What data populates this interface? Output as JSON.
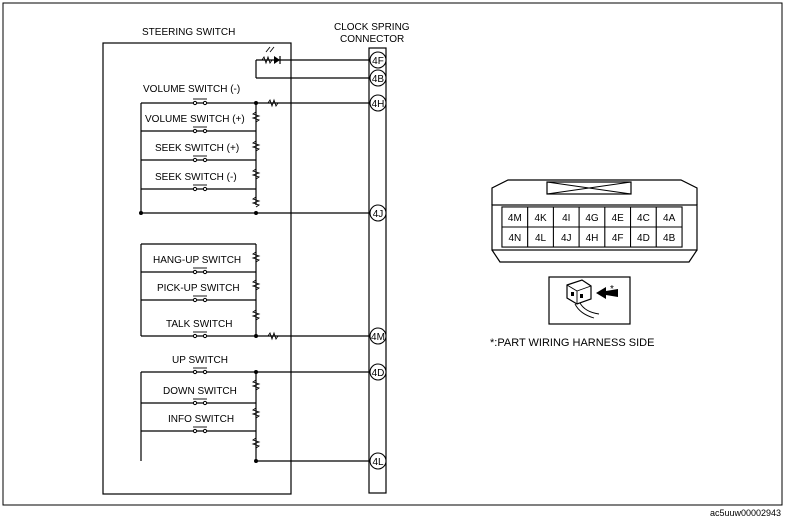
{
  "labels": {
    "steering_switch": "STEERING SWITCH",
    "clock_spring_line1": "CLOCK SPRING",
    "clock_spring_line2": "CONNECTOR",
    "footnote": "*:PART WIRING HARNESS SIDE",
    "asterisk": "*",
    "figure_code": "ac5uuw00002943"
  },
  "switches": {
    "volume_minus": "VOLUME SWITCH (-)",
    "volume_plus": "VOLUME SWITCH (+)",
    "seek_plus": "SEEK SWITCH (+)",
    "seek_minus": "SEEK SWITCH (-)",
    "hang_up": "HANG-UP SWITCH",
    "pick_up": "PICK-UP SWITCH",
    "talk": "TALK SWITCH",
    "up": "UP SWITCH",
    "down": "DOWN SWITCH",
    "info": "INFO SWITCH"
  },
  "connector_pins": [
    "4F",
    "4B",
    "4H",
    "4J",
    "4M",
    "4D",
    "4L"
  ],
  "connector_face": {
    "row1": [
      "4M",
      "4K",
      "4I",
      "4G",
      "4E",
      "4C",
      "4A"
    ],
    "row2": [
      "4N",
      "4L",
      "4J",
      "4H",
      "4F",
      "4D",
      "4B"
    ]
  }
}
